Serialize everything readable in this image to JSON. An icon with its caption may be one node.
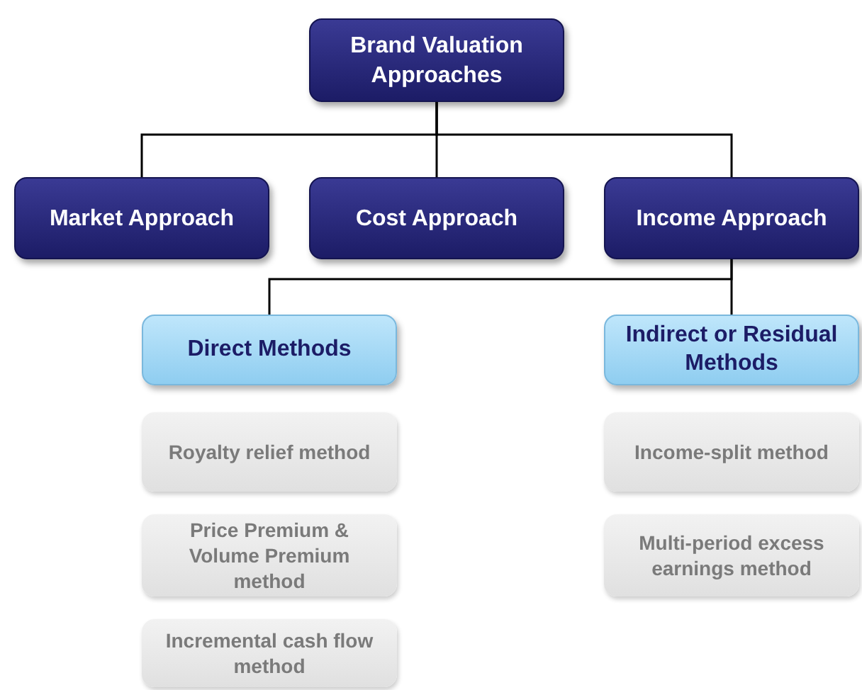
{
  "diagram": {
    "nodes": [
      {
        "text": [
          "Brand Valuation Approaches"
        ]
      },
      {
        "text": [
          "Market Approach"
        ]
      },
      {
        "text": [
          "Cost Approach"
        ]
      },
      {
        "text": [
          "Income Approach"
        ]
      },
      {
        "text": [
          "Direct Methods"
        ]
      },
      {
        "text": [
          "Indirect or Residual Methods"
        ]
      },
      {
        "text": [
          "Royalty relief method"
        ]
      },
      {
        "text": [
          "Price Premium & Volume Premium method"
        ]
      },
      {
        "text": [
          "Incremental cash flow method"
        ]
      },
      {
        "text": [
          "Income-split method"
        ]
      },
      {
        "text": [
          "Multi-period excess earnings method"
        ]
      }
    ],
    "edges": [
      {
        "from": 0,
        "to": 1,
        "arrow": "none"
      },
      {
        "from": 0,
        "to": 2,
        "arrow": "none"
      },
      {
        "from": 0,
        "to": 3,
        "arrow": "none"
      },
      {
        "from": 3,
        "to": 4,
        "arrow": "none"
      },
      {
        "from": 3,
        "to": 5,
        "arrow": "none"
      }
    ]
  }
}
